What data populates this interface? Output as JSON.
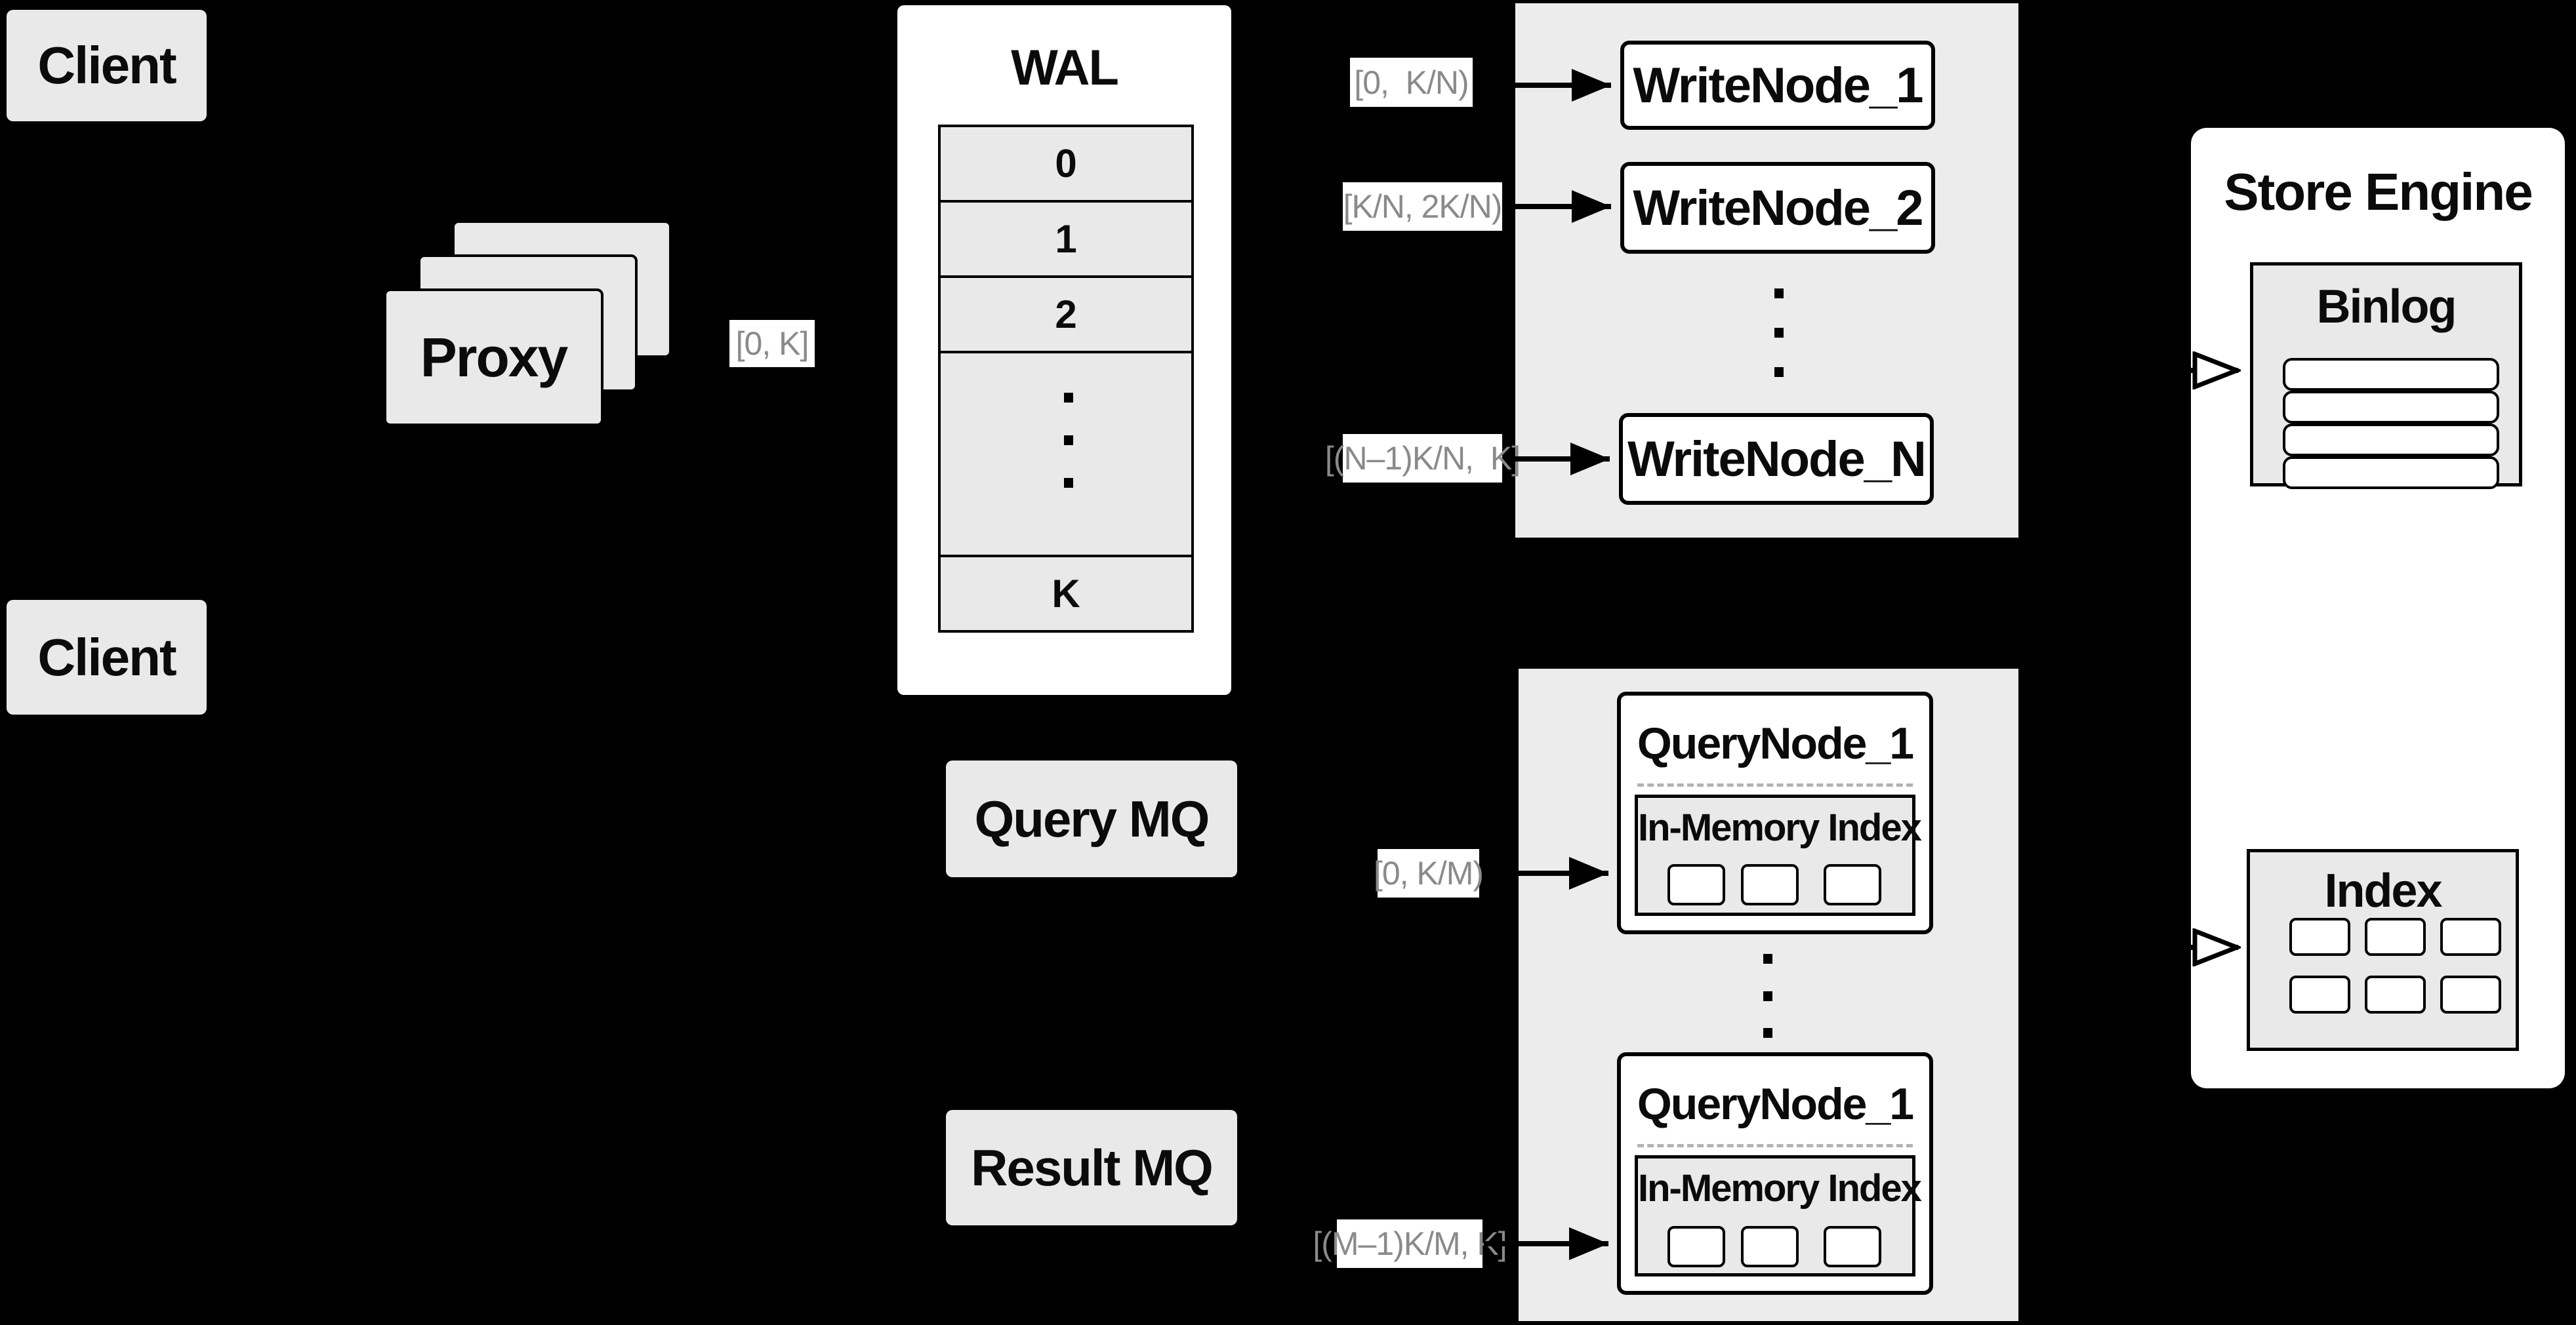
{
  "colors": {
    "background": "#000000",
    "panel_white": "#ffffff",
    "box_gray": "#e9e9e9",
    "container_gray": "#ececec",
    "border": "#000000",
    "range_label_text": "#8a8a8a"
  },
  "clients": {
    "top": "Client",
    "bottom": "Client"
  },
  "proxy": {
    "label": "Proxy"
  },
  "wal": {
    "title": "WAL",
    "cells": [
      "0",
      "1",
      "2",
      "K"
    ]
  },
  "mq": {
    "query": "Query MQ",
    "result": "Result MQ"
  },
  "range_labels": {
    "proxy_out": "[0, K]",
    "write_1": "[0,  K/N)",
    "write_2": "[K/N, 2K/N)",
    "write_n": "[(N–1)K/N,  K]",
    "query_first": "[0, K/M)",
    "query_last": "[(M–1)K/M, K]"
  },
  "write_nodes": {
    "node_1": "WriteNode_1",
    "node_2": "WriteNode_2",
    "node_n": "WriteNode_N"
  },
  "query_nodes": {
    "top": {
      "title": "QueryNode_1",
      "memory_label": "In-Memory Index"
    },
    "bottom": {
      "title": "QueryNode_1",
      "memory_label": "In-Memory Index"
    }
  },
  "store_engine": {
    "title": "Store Engine",
    "binlog": "Binlog",
    "index": "Index"
  }
}
